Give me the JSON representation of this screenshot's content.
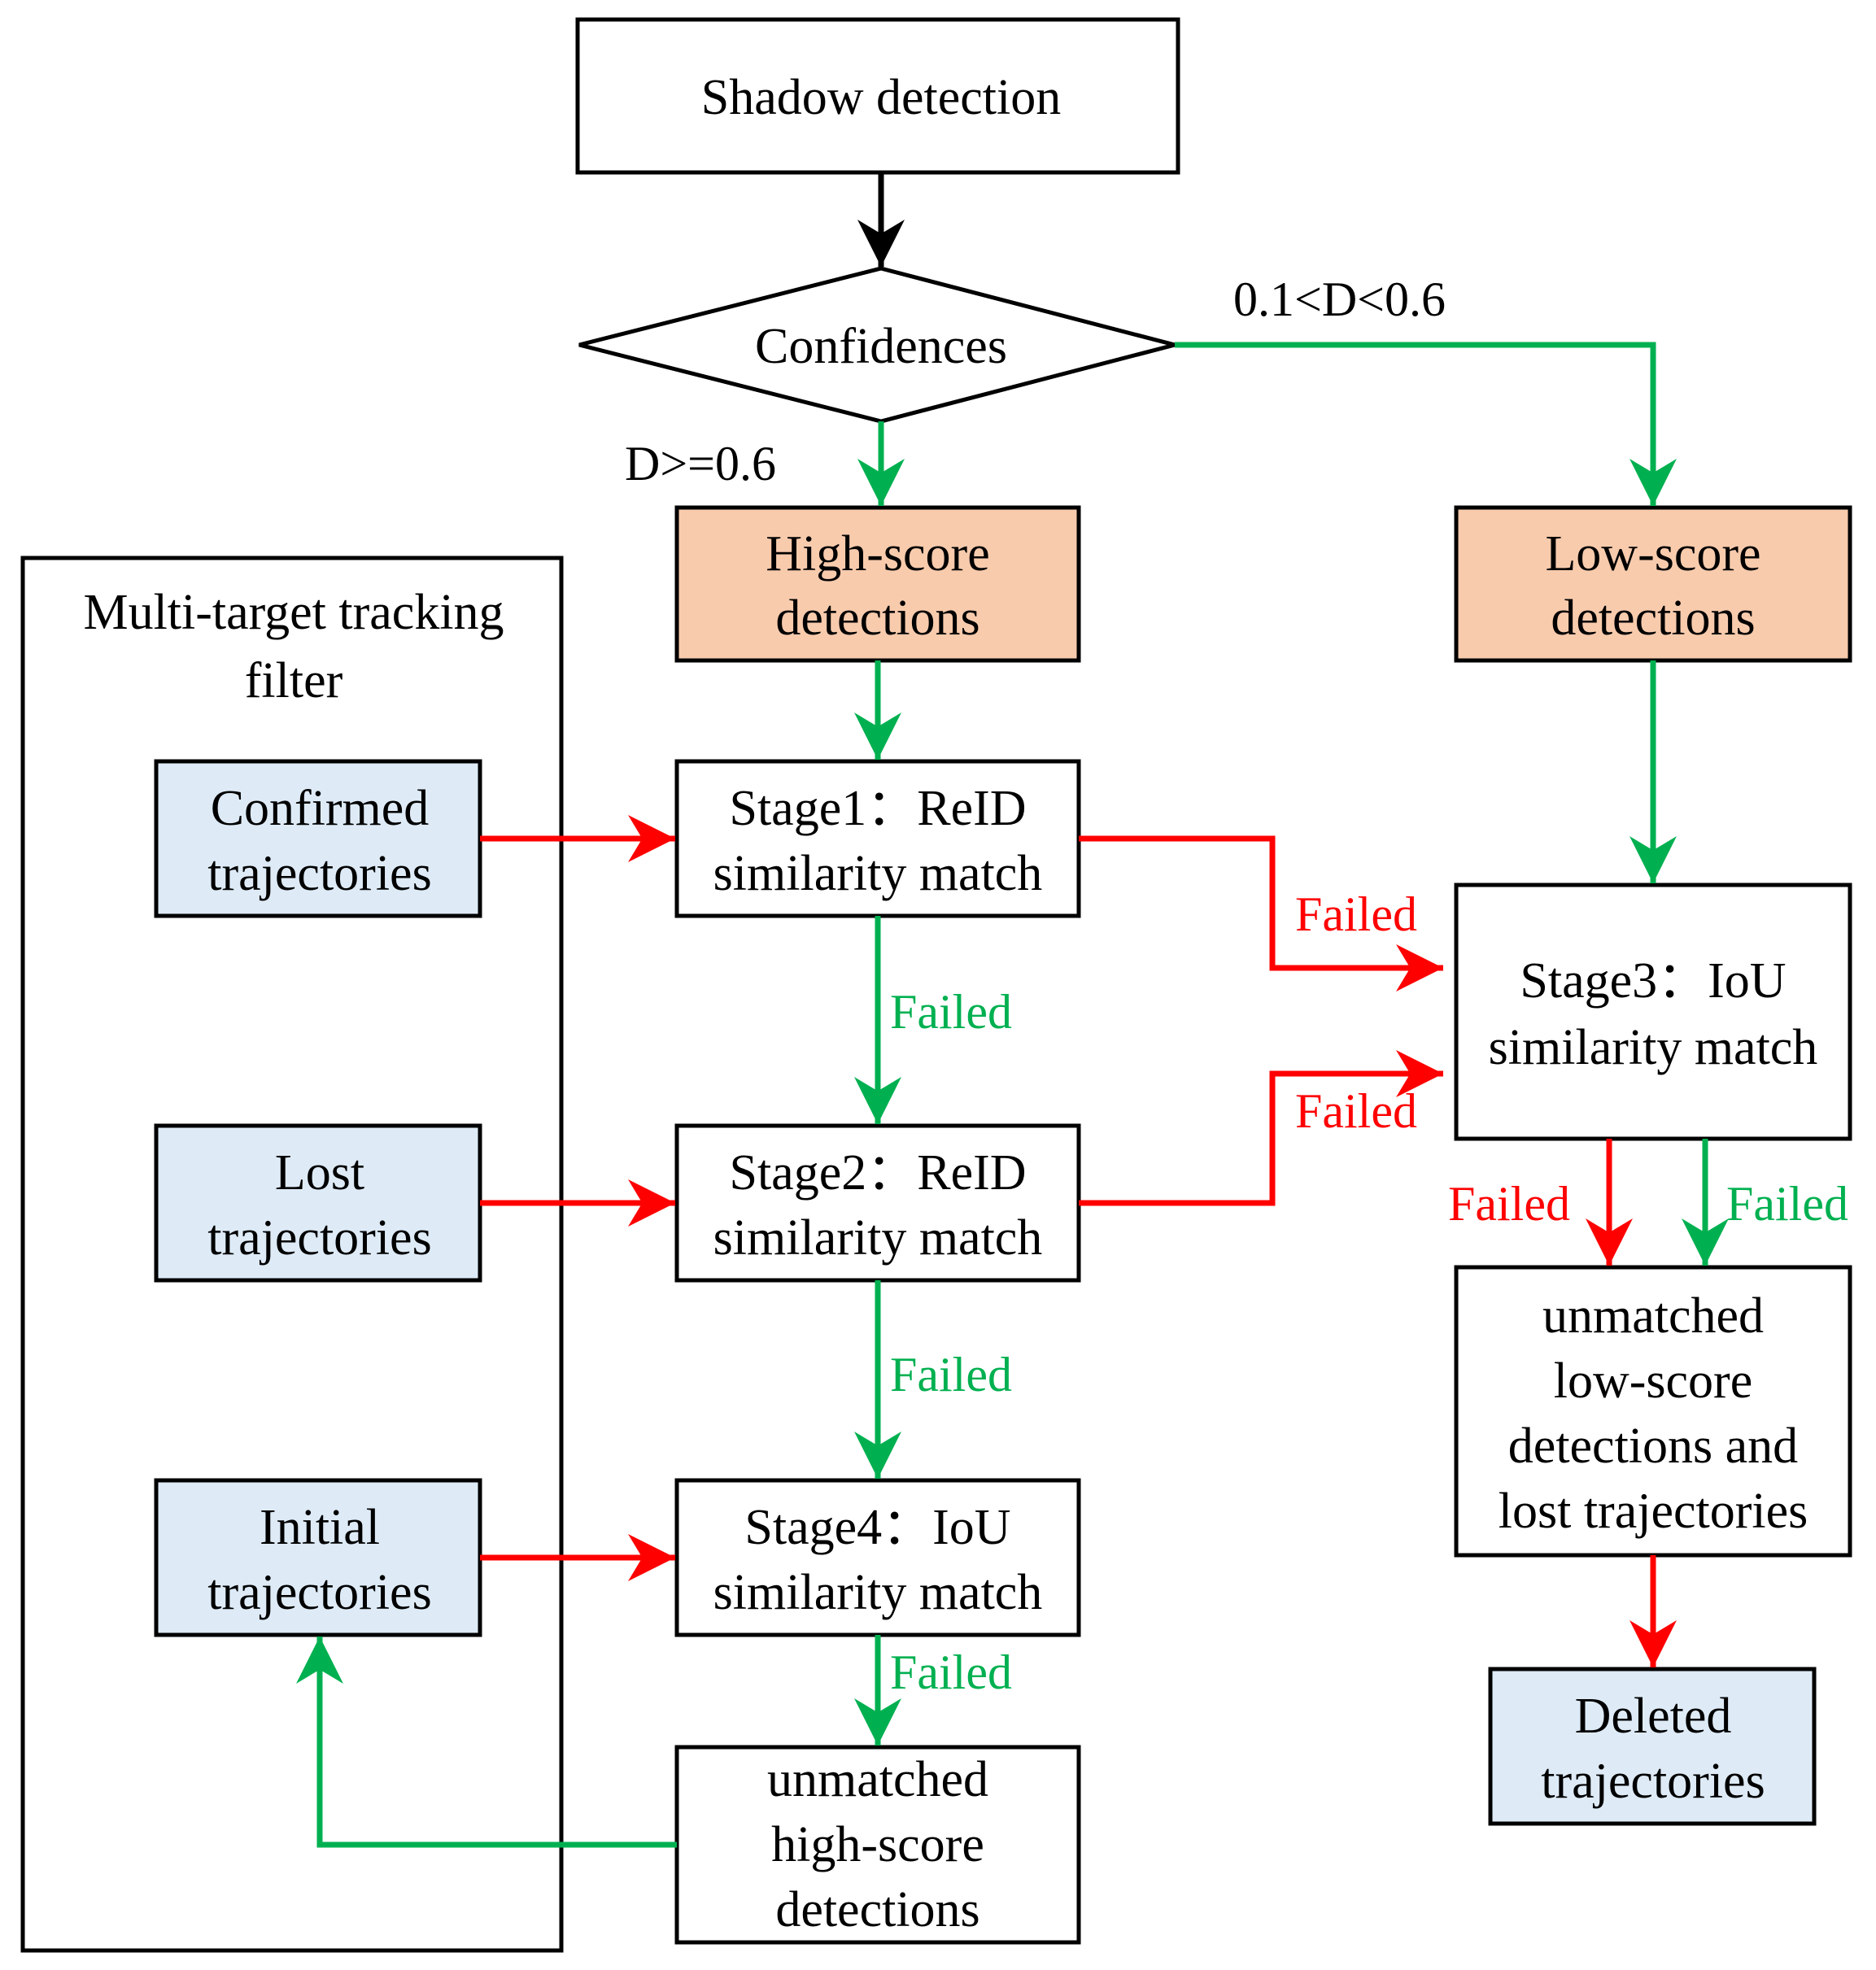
{
  "colors": {
    "green": "#00b050",
    "red": "#ff0000",
    "orange_fill": "#f8cbad",
    "blue_fill": "#deebf7"
  },
  "nodes": {
    "shadow_detection": "Shadow detection",
    "confidences": "Confidences",
    "high_score": [
      "High-score",
      "detections"
    ],
    "low_score": [
      "Low-score",
      "detections"
    ],
    "filter_title": [
      "Multi-target tracking",
      "filter"
    ],
    "confirmed": [
      "Confirmed",
      "trajectories"
    ],
    "lost": [
      "Lost",
      "trajectories"
    ],
    "initial": [
      "Initial",
      "trajectories"
    ],
    "stage1": [
      "Stage1：ReID",
      "similarity match"
    ],
    "stage2": [
      "Stage2：ReID",
      "similarity match"
    ],
    "stage3": [
      "Stage3：IoU",
      "similarity match"
    ],
    "stage4": [
      "Stage4：IoU",
      "similarity match"
    ],
    "unmatched_high": [
      "unmatched",
      "high-score",
      "detections"
    ],
    "unmatched_low": [
      "unmatched",
      "low-score",
      "detections and",
      "lost trajectories"
    ],
    "deleted": [
      "Deleted",
      "trajectories"
    ]
  },
  "edge_labels": {
    "high_condition": "D>=0.6",
    "low_condition": "0.1<D<0.6",
    "failed": "Failed"
  }
}
